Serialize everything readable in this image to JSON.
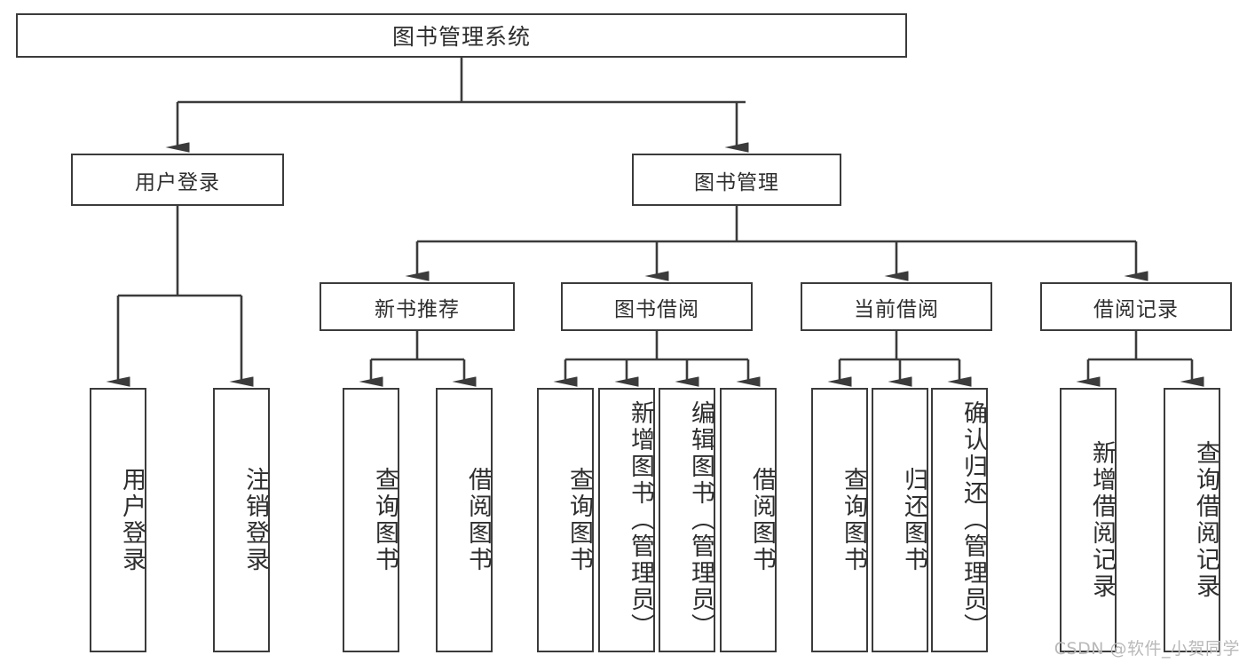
{
  "diagram": {
    "title": "图书管理系统",
    "type": "tree-hierarchy-diagram",
    "colors": {
      "box_border": "#3b3b3b",
      "box_fill": "#ffffff",
      "connector": "#3b3b3b",
      "text": "#2e2e2e",
      "watermark": "#b9b9b9",
      "background": "#ffffff"
    },
    "levels": [
      {
        "level": 1,
        "nodes": [
          {
            "id": "root",
            "label": "图书管理系统",
            "orientation": "horizontal"
          }
        ]
      },
      {
        "level": 2,
        "nodes": [
          {
            "id": "login",
            "label": "用户登录",
            "orientation": "horizontal",
            "parent": "root"
          },
          {
            "id": "bookmgmt",
            "label": "图书管理",
            "orientation": "horizontal",
            "parent": "root"
          }
        ]
      },
      {
        "level": 3,
        "nodes": [
          {
            "id": "newbook",
            "label": "新书推荐",
            "orientation": "horizontal",
            "parent": "bookmgmt"
          },
          {
            "id": "borrow",
            "label": "图书借阅",
            "orientation": "horizontal",
            "parent": "bookmgmt"
          },
          {
            "id": "current",
            "label": "当前借阅",
            "orientation": "horizontal",
            "parent": "bookmgmt"
          },
          {
            "id": "records",
            "label": "借阅记录",
            "orientation": "horizontal",
            "parent": "bookmgmt"
          }
        ]
      },
      {
        "level": 4,
        "nodes": [
          {
            "id": "leaf1",
            "label": "用户登录",
            "orientation": "vertical",
            "parent": "login"
          },
          {
            "id": "leaf2",
            "label": "注销登录",
            "orientation": "vertical",
            "parent": "login"
          },
          {
            "id": "leaf3",
            "label": "查询图书",
            "orientation": "vertical",
            "parent": "newbook"
          },
          {
            "id": "leaf4",
            "label": "借阅图书",
            "orientation": "vertical",
            "parent": "newbook"
          },
          {
            "id": "leaf5",
            "label": "查询图书",
            "orientation": "vertical",
            "parent": "borrow"
          },
          {
            "id": "leaf6",
            "label": "新增图书（管理员）",
            "orientation": "vertical",
            "parent": "borrow"
          },
          {
            "id": "leaf7",
            "label": "编辑图书（管理员）",
            "orientation": "vertical",
            "parent": "borrow"
          },
          {
            "id": "leaf8",
            "label": "借阅图书",
            "orientation": "vertical",
            "parent": "borrow"
          },
          {
            "id": "leaf9",
            "label": "查询图书",
            "orientation": "vertical",
            "parent": "current"
          },
          {
            "id": "leaf10",
            "label": "归还图书",
            "orientation": "vertical",
            "parent": "current"
          },
          {
            "id": "leaf11",
            "label": "确认归还（管理员）",
            "orientation": "vertical",
            "parent": "current"
          },
          {
            "id": "leaf12",
            "label": "新增借阅记录",
            "orientation": "vertical",
            "parent": "records"
          },
          {
            "id": "leaf13",
            "label": "查询借阅记录",
            "orientation": "vertical",
            "parent": "records"
          }
        ]
      }
    ]
  },
  "watermark": {
    "text": "CSDN @软件_小贺同学"
  }
}
